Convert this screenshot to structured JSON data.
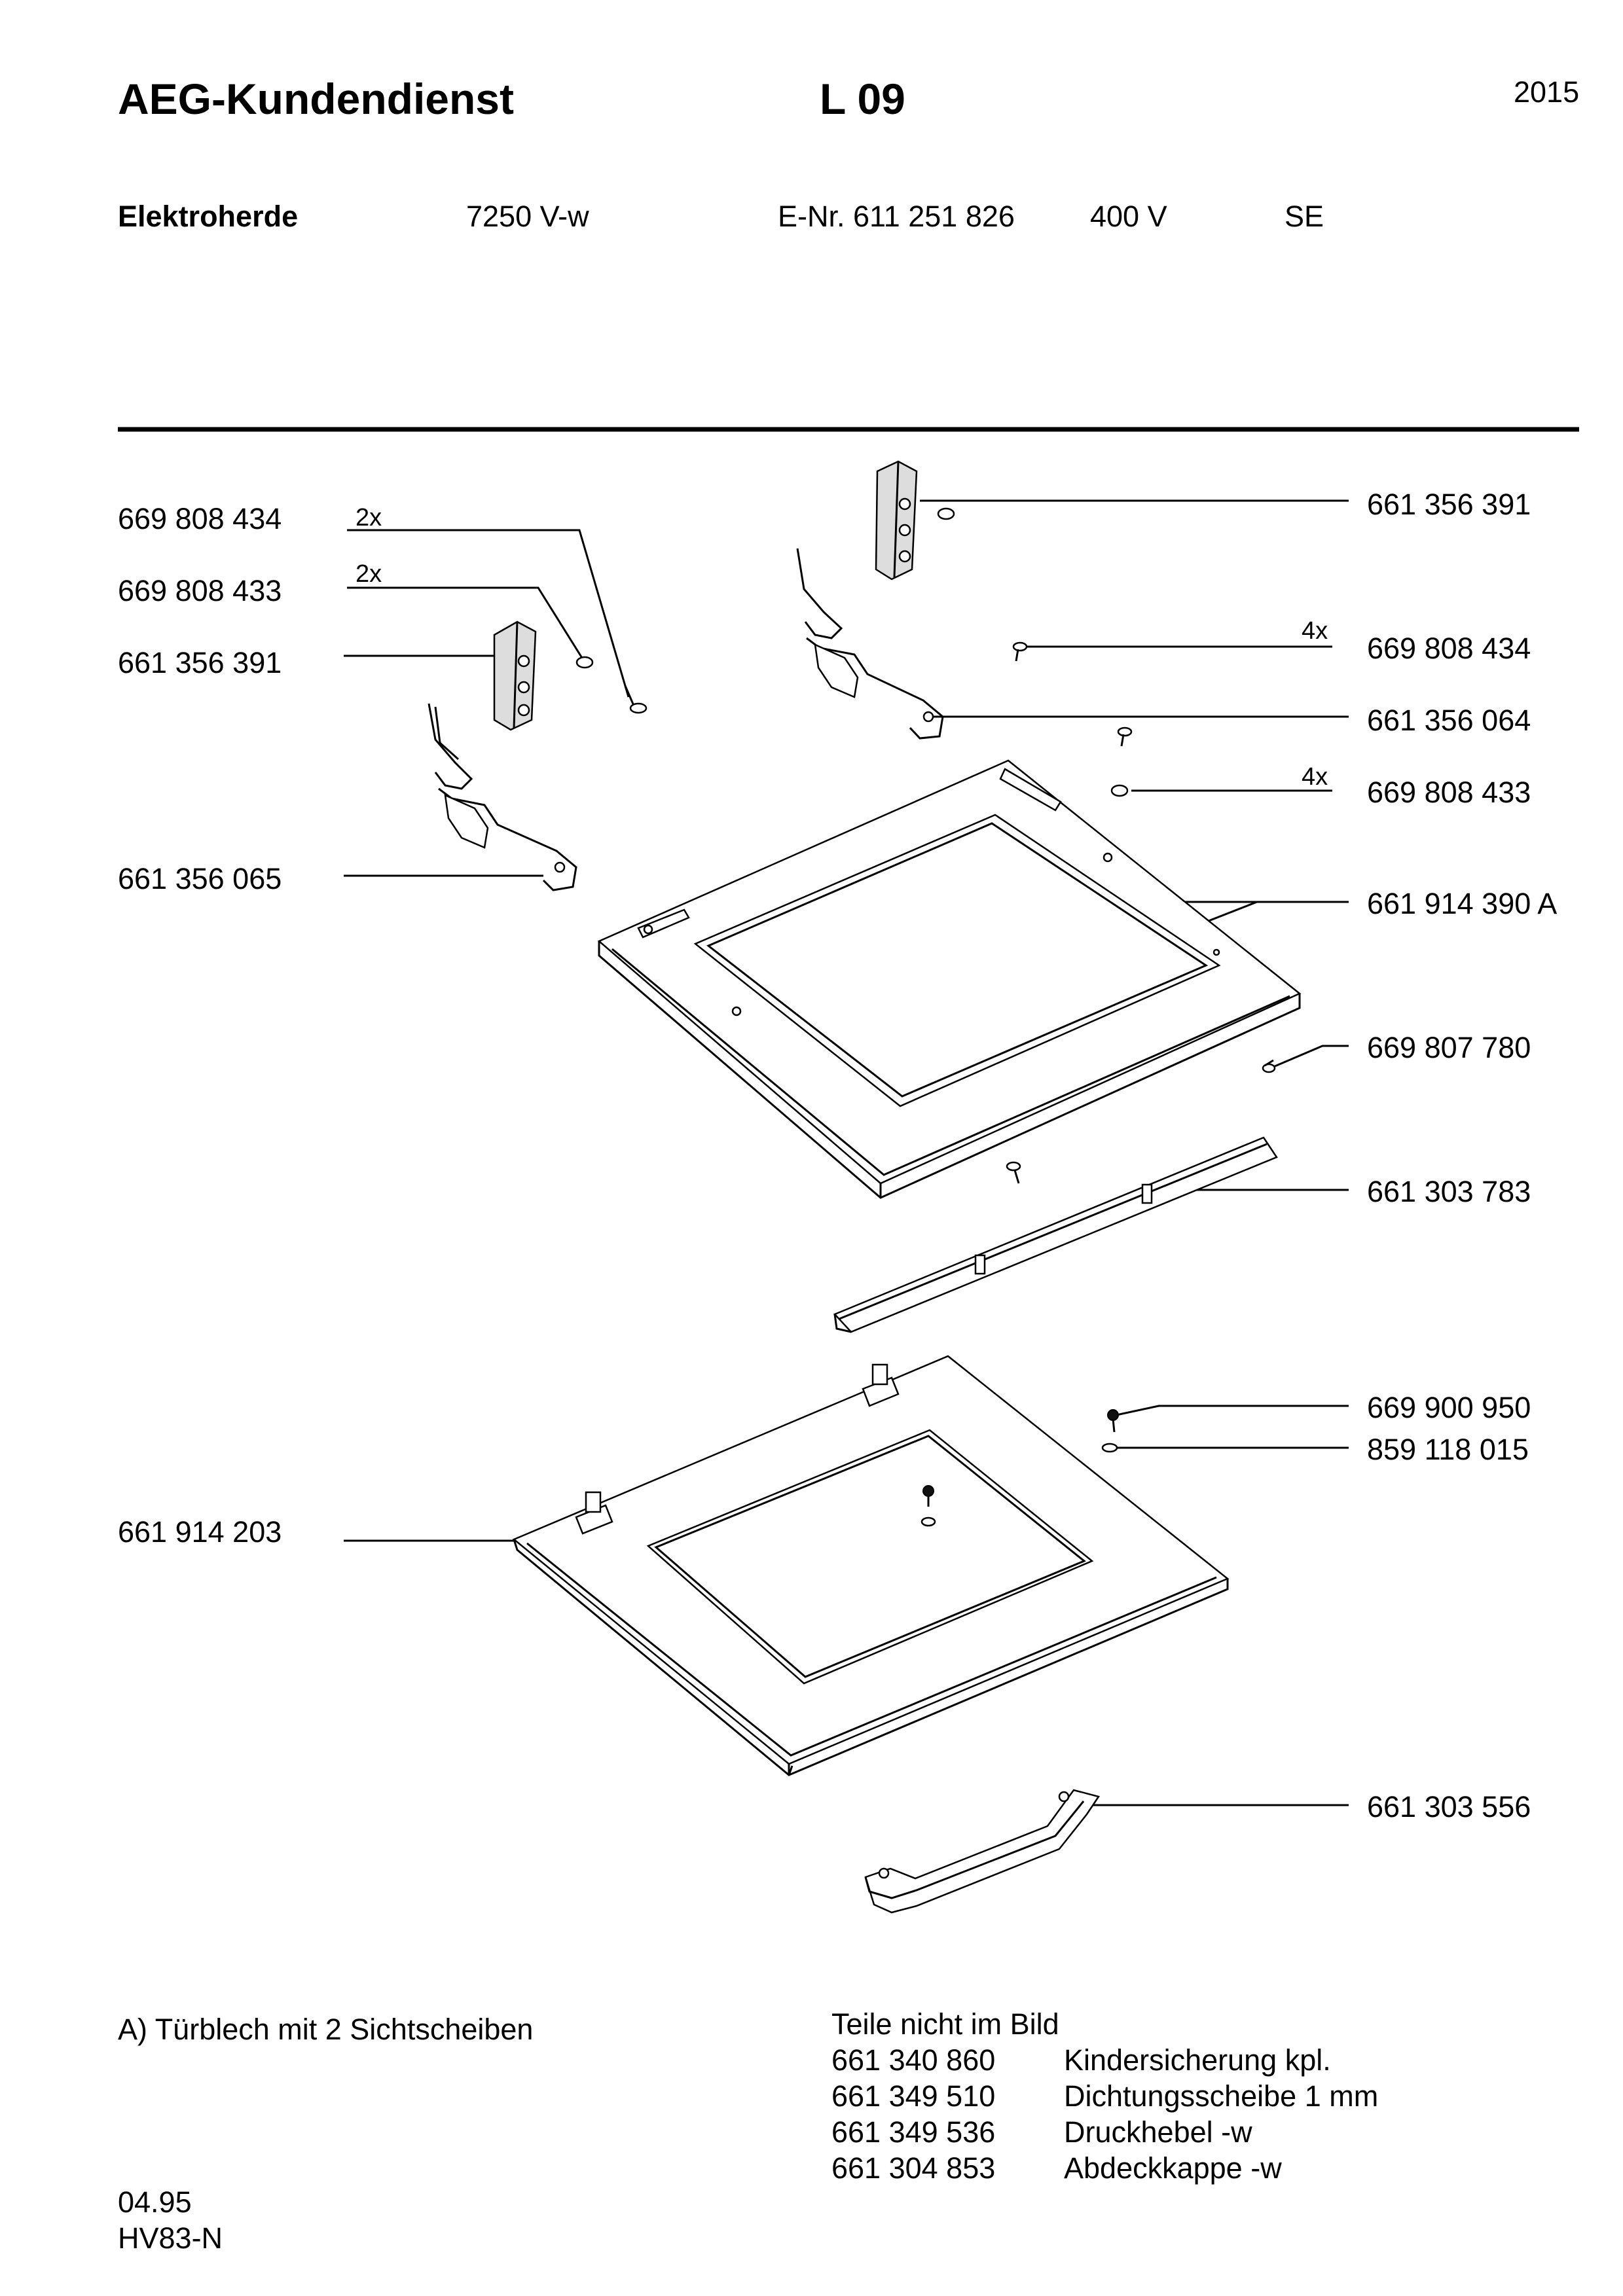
{
  "header": {
    "title": "AEG-Kundendienst",
    "sheet": "L 09",
    "year": "2015",
    "category": "Elektroherde",
    "model": "7250 V-w",
    "enr": "E-Nr. 611 251 826",
    "voltage": "400 V",
    "variant": "SE"
  },
  "parts": {
    "l1": "669 808 434",
    "l1_qty": "2x",
    "l2": "669 808 433",
    "l2_qty": "2x",
    "l3": "661 356 391",
    "l4": "661 356 065",
    "l5": "661 914 203",
    "r1": "661 356 391",
    "r2": "669 808 434",
    "r2_qty": "4x",
    "r3": "661 356 064",
    "r4": "669 808 433",
    "r4_qty": "4x",
    "r5": "661 914 390 A",
    "r6": "669 807 780",
    "r7": "661 303 783",
    "r8": "669 900 950",
    "r9": "859 118 015",
    "r10": "661 303 556"
  },
  "notes": {
    "a": "A)  Türblech mit 2 Sichtscheiben",
    "not_shown_title": "Teile nicht im Bild",
    "not_shown": [
      {
        "nr": "661 340 860",
        "desc": "Kindersicherung kpl."
      },
      {
        "nr": "661 349 510",
        "desc": "Dichtungsscheibe 1 mm"
      },
      {
        "nr": "661 349 536",
        "desc": "Druckhebel -w"
      },
      {
        "nr": "661 304 853",
        "desc": "Abdeckkappe -w"
      }
    ]
  },
  "footer": {
    "date": "04.95",
    "code": "HV83-N"
  }
}
